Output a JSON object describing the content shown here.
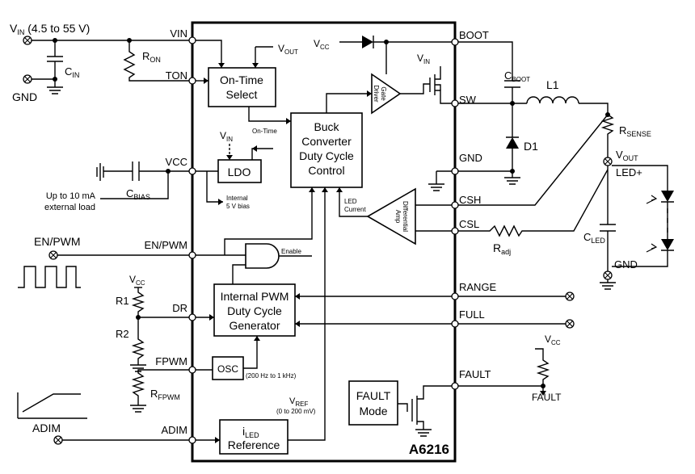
{
  "chip": {
    "name": "A6216"
  },
  "pins": {
    "vin": "VIN",
    "ton": "TON",
    "vcc": "VCC",
    "en_pwm": "EN/PWM",
    "dr": "DR",
    "fpwm": "FPWM",
    "adim": "ADIM",
    "boot": "BOOT",
    "sw": "SW",
    "gnd": "GND",
    "csh": "CSH",
    "csl": "CSL",
    "range": "RANGE",
    "full": "FULL",
    "fault": "FAULT"
  },
  "blocks": {
    "on_time": [
      "On-Time",
      "Select"
    ],
    "ldo": "LDO",
    "buck": [
      "Buck",
      "Converter",
      "Duty Cycle",
      "Control"
    ],
    "pwm_gen": [
      "Internal PWM",
      "Duty Cycle",
      "Generator"
    ],
    "osc": "OSC",
    "iled_ref": {
      "main": "i",
      "sub": "LED",
      "line2": "Reference"
    },
    "fault_mode": [
      "FAULT",
      "Mode"
    ],
    "gate_driver": [
      "Gate",
      "Driver"
    ],
    "diff_amp": [
      "Differential",
      "Amp"
    ]
  },
  "labels": {
    "vin_supply": {
      "main": "V",
      "sub": "IN",
      "rest": " (4.5 to 55 V)"
    },
    "gnd_left": "GND",
    "c_in": {
      "main": "C",
      "sub": "IN"
    },
    "r_on": {
      "main": "R",
      "sub": "ON"
    },
    "v_out_top": {
      "main": "V",
      "sub": "OUT"
    },
    "v_cc_top": {
      "main": "V",
      "sub": "CC"
    },
    "v_in_fet": {
      "main": "V",
      "sub": "IN"
    },
    "v_in_ldo": {
      "main": "V",
      "sub": "IN"
    },
    "c_boot": {
      "main": "C",
      "sub": "BOOT"
    },
    "l1": "L1",
    "d1": "D1",
    "r_sense": {
      "main": "R",
      "sub": "SENSE"
    },
    "v_out_right": {
      "main": "V",
      "sub": "OUT"
    },
    "led_plus": "LED+",
    "c_led": {
      "main": "C",
      "sub": "LED"
    },
    "gnd_right": "GND",
    "r_adj": {
      "main": "R",
      "sub": "adj"
    },
    "on_time_sig": "On-Time",
    "internal_bias": [
      "Internal",
      "5 V bias"
    ],
    "c_bias": {
      "main": "C",
      "sub": "BIAS"
    },
    "external_load": [
      "Up to 10 mA",
      "external load"
    ],
    "en_pwm_input": "EN/PWM",
    "enable": "Enable",
    "led_current": [
      "LED",
      "Current"
    ],
    "v_cc_dr": {
      "main": "V",
      "sub": "CC"
    },
    "r1": "R1",
    "r2": "R2",
    "r_fpwm": {
      "main": "R",
      "sub": "FPWM"
    },
    "osc_range": "(200 Hz to 1 kHz)",
    "v_ref": {
      "main": "V",
      "sub": "REF"
    },
    "v_ref_range": "(0 to 200 mV)",
    "adim_input": "ADIM",
    "v_cc_fault": {
      "main": "V",
      "sub": "CC"
    },
    "fault_out": "FAULT"
  },
  "colors": {
    "line": "#000000",
    "background": "#ffffff"
  }
}
